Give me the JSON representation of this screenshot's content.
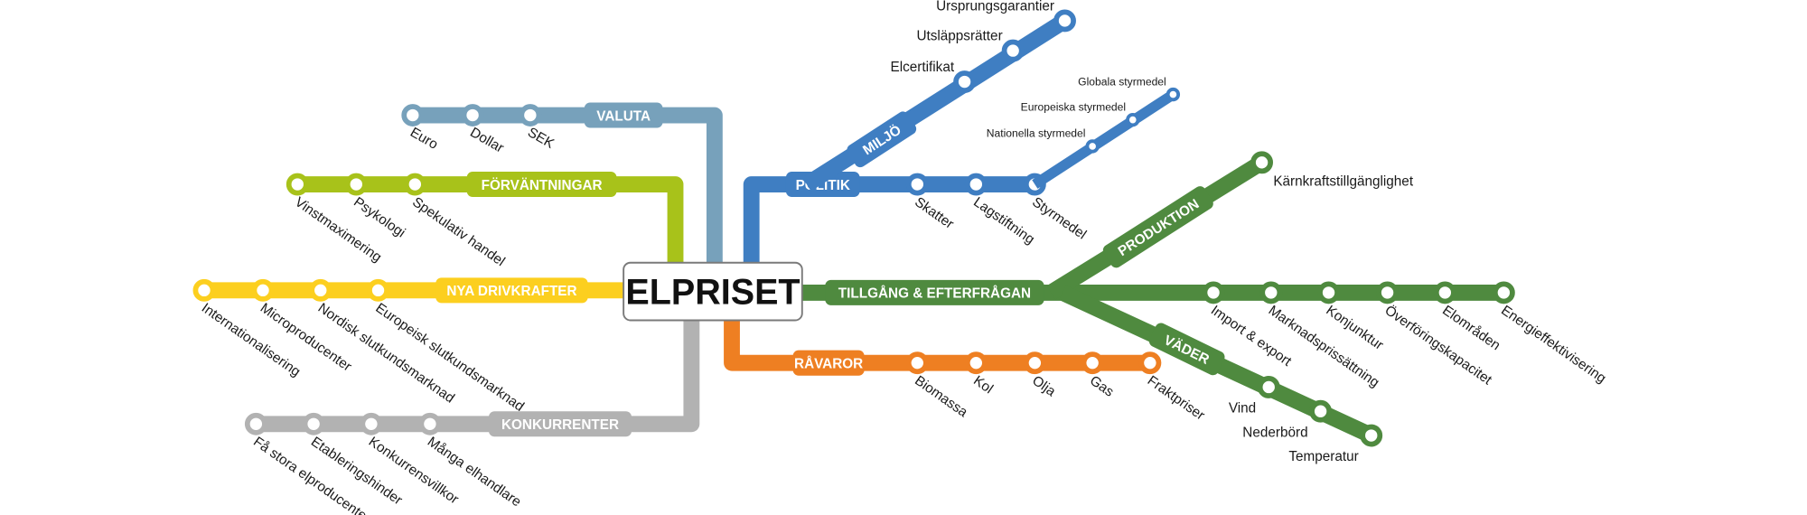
{
  "center": {
    "title": "ELPRISET"
  },
  "lines": [
    {
      "id": "valuta",
      "label": "VALUTA",
      "color": "#77a1bb",
      "stations": [
        "Euro",
        "Dollar",
        "SEK"
      ]
    },
    {
      "id": "forvantningar",
      "label": "FÖRVÄNTNINGAR",
      "color": "#a8c21a",
      "stations": [
        "Vinstmaximering",
        "Psykologi",
        "Spekulativ handel"
      ]
    },
    {
      "id": "nya-drivkrafter",
      "label": "NYA DRIVKRAFTER",
      "color": "#fccf1f",
      "stations": [
        "Internationalisering",
        "Microproducenter",
        "Nordisk slutkundsmarknad",
        "Europeisk slutkundsmarknad"
      ]
    },
    {
      "id": "konkurrenter",
      "label": "KONKURRENTER",
      "color": "#b2b2b2",
      "stations": [
        "Få stora elproducenter",
        "Etableringshinder",
        "Konkurrensvillkor",
        "Många elhandlare"
      ]
    },
    {
      "id": "politik",
      "label": "POLITIK",
      "color": "#3f7ec2",
      "stations": [
        "Skatter",
        "Lagstiftning",
        "Styrmedel"
      ]
    },
    {
      "id": "styrmedel",
      "label": null,
      "color": "#3f7ec2",
      "stations": [
        "Nationella styrmedel",
        "Europeiska styrmedel",
        "Globala styrmedel"
      ]
    },
    {
      "id": "miljo",
      "label": "MILJÖ",
      "color": "#3f7ec2",
      "stations": [
        "Elcertifikat",
        "Utsläppsrätter",
        "Ursprungsgarantier"
      ]
    },
    {
      "id": "tillgang",
      "label": "TILLGÅNG & EFTERFRÅGAN",
      "color": "#4f8a3f",
      "stations": [
        "Import & export",
        "Marknadsprissättning",
        "Konjunktur",
        "Överföringskapacitet",
        "Elområden",
        "Energieffektivisering"
      ]
    },
    {
      "id": "produktion",
      "label": "PRODUKTION",
      "color": "#4f8a3f",
      "stations": [
        "Kärnkraftstillgänglighet"
      ]
    },
    {
      "id": "vader",
      "label": "VÄDER",
      "color": "#4f8a3f",
      "stations": [
        "Vind",
        "Nederbörd",
        "Temperatur"
      ]
    },
    {
      "id": "ravaror",
      "label": "RÅVAROR",
      "color": "#ee7f22",
      "stations": [
        "Biomassa",
        "Kol",
        "Olja",
        "Gas",
        "Fraktpriser"
      ]
    }
  ]
}
